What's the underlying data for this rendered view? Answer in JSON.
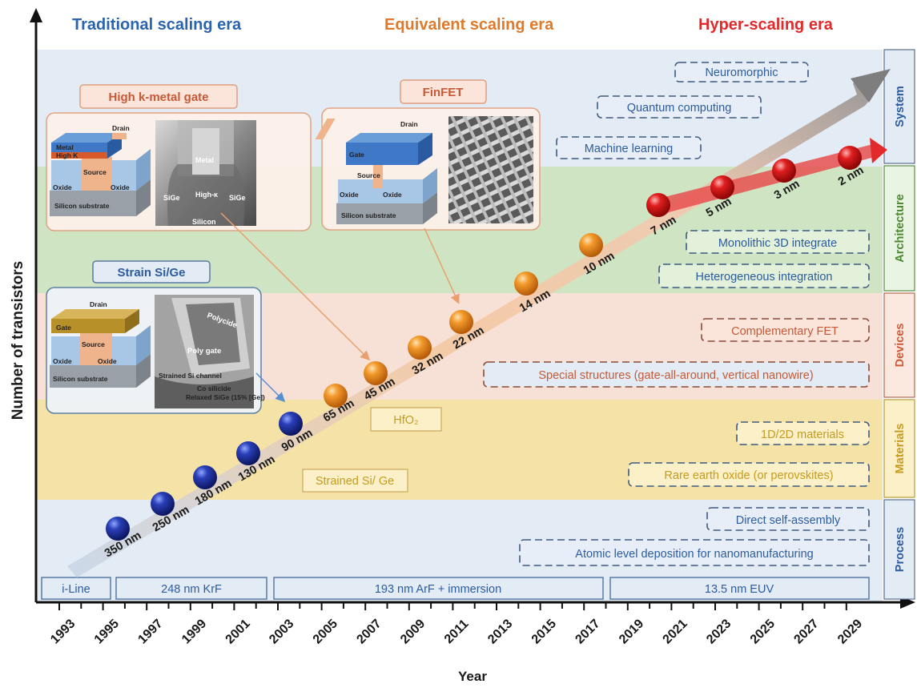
{
  "eras": [
    {
      "label": "Traditional scaling era",
      "color": "#2a64b0"
    },
    {
      "label": "Equivalent scaling era",
      "color": "#e07a2a"
    },
    {
      "label": "Hyper-scaling era",
      "color": "#e22a2a"
    }
  ],
  "axes": {
    "y_label": "Number of transistors",
    "x_label": "Year"
  },
  "bands": [
    {
      "label": "System",
      "color": "#2c5c9e"
    },
    {
      "label": "Architecture",
      "color": "#4d8a33"
    },
    {
      "label": "Devices",
      "color": "#d0593a"
    },
    {
      "label": "Materials",
      "color": "#c69b1e"
    },
    {
      "label": "Process",
      "color": "#2c5c9e"
    }
  ],
  "years": [
    "1993",
    "1995",
    "1997",
    "1999",
    "2001",
    "2003",
    "2005",
    "2007",
    "2009",
    "2011",
    "2013",
    "2015",
    "2017",
    "2019",
    "2021",
    "2023",
    "2025",
    "2027",
    "2029"
  ],
  "nodes": [
    "350 nm",
    "250 nm",
    "180 nm",
    "130 nm",
    "90 nm",
    "65 nm",
    "45 nm",
    "32 nm",
    "22 nm",
    "14 nm",
    "10 nm",
    "7 nm",
    "5 nm",
    "3 nm",
    "2 nm"
  ],
  "lithography": [
    "i-Line",
    "248 nm KrF",
    "193 nm ArF + immersion",
    "13.5 nm EUV"
  ],
  "technologies": {
    "system": [
      "Neuromorphic",
      "Quantum computing",
      "Machine learning"
    ],
    "architecture": [
      "Monolithic 3D integrate",
      "Heterogeneous integration"
    ],
    "devices": [
      "Complementary FET",
      "Special structures (gate-all-around, vertical nanowire)"
    ],
    "materials": [
      "1D/2D materials",
      "Rare earth oxide (or perovskites)",
      "HfO₂",
      "Strained Si/ Ge"
    ],
    "process": [
      "Direct self-assembly",
      "Atomic level deposition for nanomanufacturing"
    ]
  },
  "insets": {
    "high_k": {
      "title": "High k-metal gate",
      "schematic": [
        "Drain",
        "Metal",
        "High K",
        "Source",
        "Oxide",
        "Oxide",
        "Silicon substrate"
      ],
      "micrograph": [
        "Metal",
        "High-κ",
        "SiGe",
        "SiGe",
        "Silicon"
      ]
    },
    "finfet": {
      "title": "FinFET",
      "schematic": [
        "Drain",
        "Gate",
        "Source",
        "Oxide",
        "Oxide",
        "Silicon substrate"
      ]
    },
    "strain": {
      "title": "Strain Si/Ge",
      "schematic": [
        "Drain",
        "Gate",
        "Source",
        "Oxide",
        "Oxide",
        "Silicon substrate"
      ],
      "micrograph": [
        "Polycide",
        "Poly gate",
        "Strained Si channel",
        "Co silicide",
        "Relaxed SiGe (15% [Ge])"
      ]
    }
  }
}
